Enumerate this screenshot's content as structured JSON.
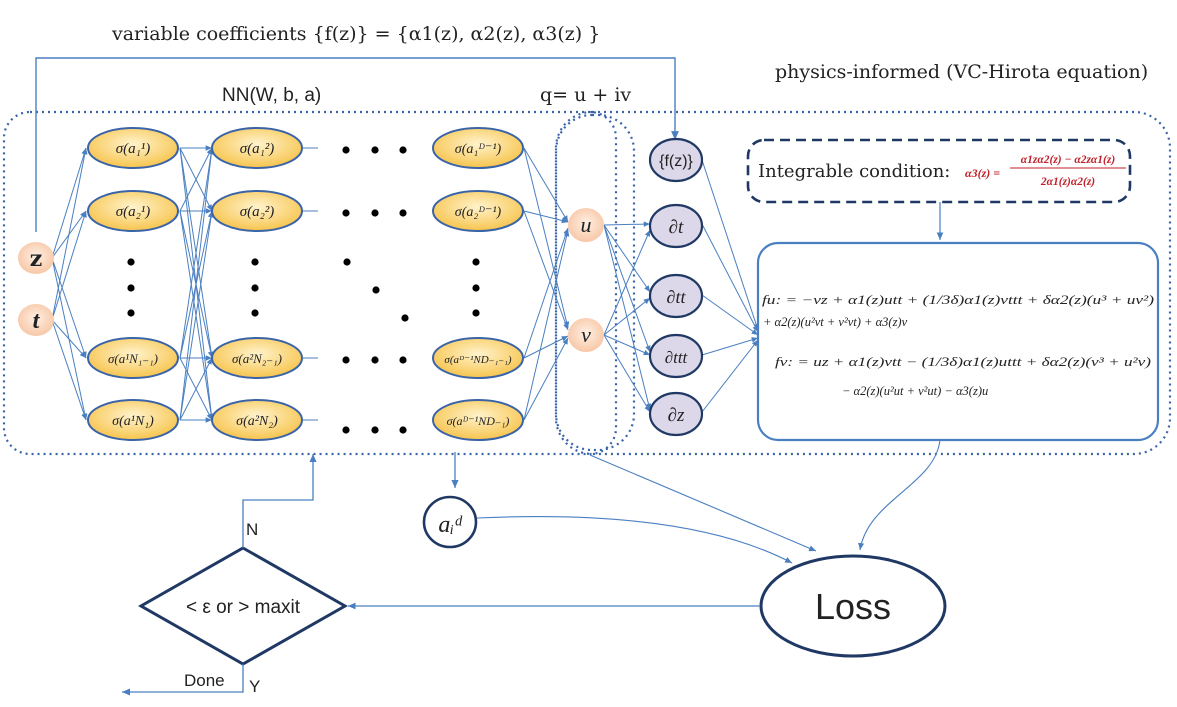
{
  "top": {
    "vc_label": "variable coefficients {f(z)} = {α1(z), α2(z), α3(z) }",
    "nn_label": "NN(W, b, a)",
    "q_label": "q= u + iv",
    "physics_label": "physics-informed (VC-Hirota equation)"
  },
  "inputs": [
    "z",
    "t"
  ],
  "layers": {
    "col1": [
      "σ(a₁¹)",
      "σ(a₂¹)",
      "σ(a¹N₁₋₁)",
      "σ(a¹N₁)"
    ],
    "col2": [
      "σ(a₁²)",
      "σ(a₂²)",
      "σ(a²N₂₋₁)",
      "σ(a²N₂)"
    ],
    "col3": [
      "σ(a₁ᴰ⁻¹)",
      "σ(a₂ᴰ⁻¹)",
      "σ(aᴰ⁻¹ND₋₁₋₁)",
      "σ(aᴰ⁻¹ND₋₁)"
    ]
  },
  "outputs": [
    "u",
    "v"
  ],
  "derivatives": [
    "{f(z)}",
    "∂t",
    "∂tt",
    "∂ttt",
    "∂z"
  ],
  "integrable": {
    "label": "Integrable condition:",
    "lhs": "α3(z) =",
    "numerator": "α1zα2(z) − α2zα1(z)",
    "denominator": "2α1(z)α2(z)"
  },
  "equations": {
    "fu_line1": "fu: = −vz + α1(z)utt + (1/3δ)α1(z)vttt + δα2(z)(u³ + uv²)",
    "fu_line2": "+ α2(z)(u²vt + v²vt) + α3(z)v",
    "fv_line1": "fv: = uz + α1(z)vtt − (1/3δ)α1(z)uttt + δα2(z)(v³ + u²v)",
    "fv_line2": "− α2(z)(u²ut + v²ut) − α3(z)u"
  },
  "adaptive": "aᵢᵈ",
  "loss": "Loss",
  "decision": "< ε  or > maxit",
  "flow": {
    "no": "N",
    "yes": "Y",
    "done": "Done"
  },
  "colors": {
    "line": "#4a7fc1",
    "dotted": "#3a64a8",
    "node_fill": "#fbd57a",
    "node_stroke": "#3a64a8",
    "io_fill": "#fbd2b8",
    "deriv_fill": "#dcd8ea",
    "dark": "#1f3864",
    "red": "#c0202a"
  }
}
